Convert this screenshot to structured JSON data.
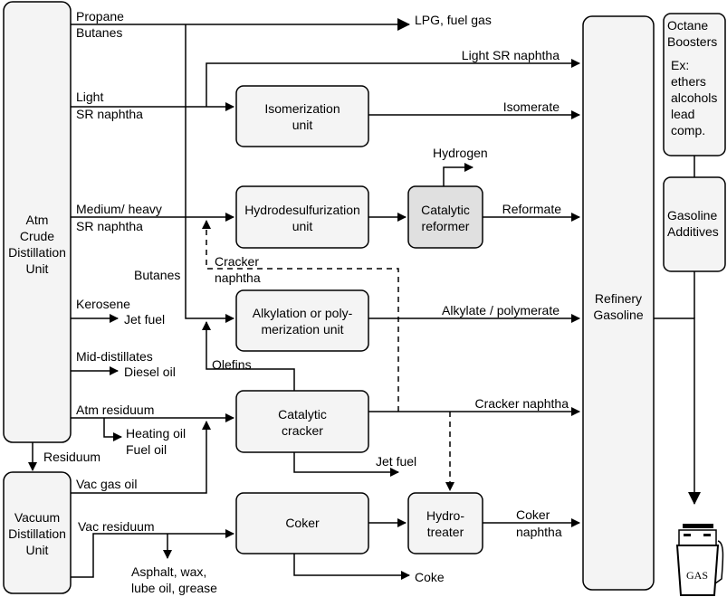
{
  "units": {
    "atm": [
      "Atm",
      "Crude",
      "Distillation",
      "Unit"
    ],
    "vac": [
      "Vacuum",
      "Distillation",
      "Unit"
    ],
    "refinery": [
      "Refinery",
      "Gasoline"
    ],
    "octane": [
      "Octane",
      "Boosters"
    ],
    "octane_ex": [
      "Ex:",
      "ethers",
      "alcohols",
      "lead",
      "comp."
    ],
    "additives": [
      "Gasoline",
      "Additives"
    ],
    "isom": [
      "Isomerization",
      "unit"
    ],
    "hds": [
      "Hydrodesulfurization",
      "unit"
    ],
    "reformer": [
      "Catalytic",
      "reformer"
    ],
    "alky": [
      "Alkylation or poly-",
      "merization unit"
    ],
    "cracker": [
      "Catalytic",
      "cracker"
    ],
    "coker": [
      "Coker"
    ],
    "hydrotreater": [
      "Hydro-",
      "treater"
    ]
  },
  "streams": {
    "propane": "Propane",
    "butanes_top": "Butanes",
    "lpg": "LPG, fuel gas",
    "light_sr": [
      "Light",
      "SR naphtha"
    ],
    "light_sr_out": "Light SR naphtha",
    "isomerate": "Isomerate",
    "medium_sr": [
      "Medium/ heavy",
      "SR naphtha"
    ],
    "hydrogen": "Hydrogen",
    "reformate": "Reformate",
    "cracker_naphtha_recycle": [
      "Cracker",
      "naphtha"
    ],
    "butanes": "Butanes",
    "kerosene": "Kerosene",
    "jet_fuel": "Jet fuel",
    "alkylate": "Alkylate / polymerate",
    "mid_distillates": "Mid-distillates",
    "diesel": "Diesel oil",
    "olefins": "Olefins",
    "atm_residuum": "Atm residuum",
    "heating_oil": "Heating oil",
    "fuel_oil": "Fuel oil",
    "cracker_naphtha": "Cracker naphtha",
    "residuum": "Residuum",
    "vac_gas_oil": "Vac gas oil",
    "jet_fuel_2": "Jet fuel",
    "vac_residuum": "Vac residuum",
    "coker_naphtha": [
      "Coker",
      "naphtha"
    ],
    "asphalt": [
      "Asphalt, wax,",
      "lube oil, grease"
    ],
    "coke": "Coke"
  },
  "pump": {
    "label": "GAS"
  }
}
